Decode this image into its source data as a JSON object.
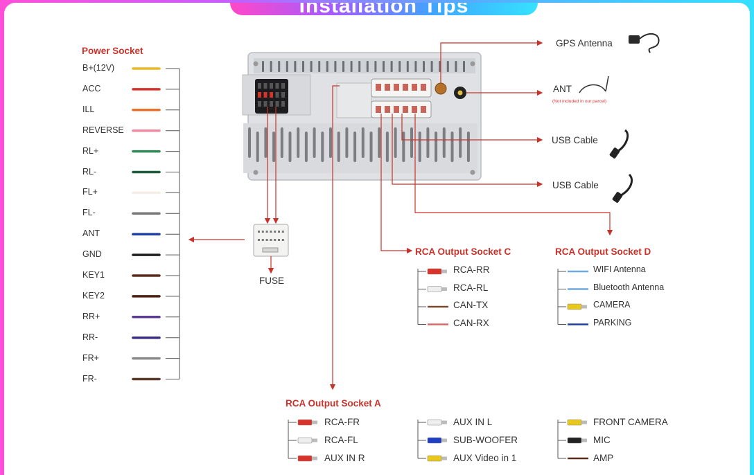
{
  "title": "Installation Tips",
  "power_socket": {
    "header": "Power Socket",
    "wires": [
      {
        "label": "B+(12V)",
        "color": "#e8b923"
      },
      {
        "label": "ACC",
        "color": "#d8322a"
      },
      {
        "label": "ILL",
        "color": "#e8702a"
      },
      {
        "label": "REVERSE",
        "color": "#f08aa0"
      },
      {
        "label": "RL+",
        "color": "#2e8b57"
      },
      {
        "label": "RL-",
        "color": "#1f5e3c"
      },
      {
        "label": "FL+",
        "color": "#f4eee4"
      },
      {
        "label": "FL-",
        "color": "#777777"
      },
      {
        "label": "ANT",
        "color": "#1f3fa0"
      },
      {
        "label": "GND",
        "color": "#222222"
      },
      {
        "label": "KEY1",
        "color": "#5a2d1a"
      },
      {
        "label": "KEY2",
        "color": "#4a2010"
      },
      {
        "label": "RR+",
        "color": "#5a3c96"
      },
      {
        "label": "RR-",
        "color": "#3a2a80"
      },
      {
        "label": "FR+",
        "color": "#8a8a8a"
      },
      {
        "label": "FR-",
        "color": "#5a3a2a"
      }
    ]
  },
  "fuse_label": "FUSE",
  "right_items": {
    "gps": "GPS Antenna",
    "ant": "ANT",
    "ant_note": "(Not included in our parcel)",
    "usb1": "USB Cable",
    "usb2": "USB Cable"
  },
  "socket_c": {
    "header": "RCA Output Socket C",
    "items": [
      {
        "label": "RCA-RR",
        "color": "#d8322a",
        "kind": "rca"
      },
      {
        "label": "RCA-RL",
        "color": "#eeeeee",
        "kind": "rca"
      },
      {
        "label": "CAN-TX",
        "color": "#7a4a2a",
        "kind": "wire"
      },
      {
        "label": "CAN-RX",
        "color": "#d86a6a",
        "kind": "wire"
      }
    ]
  },
  "socket_d": {
    "header": "RCA Output Socket D",
    "items": [
      {
        "label": "WIFI Antenna",
        "color": "#6fa8dc",
        "kind": "wire"
      },
      {
        "label": "Bluetooth Antenna",
        "color": "#6fa8dc",
        "kind": "wire"
      },
      {
        "label": "CAMERA",
        "color": "#e8c81a",
        "kind": "rca"
      },
      {
        "label": "PARKING",
        "color": "#1f3fa0",
        "kind": "wire"
      }
    ]
  },
  "socket_a": {
    "header": "RCA Output Socket A",
    "items": [
      {
        "label": "RCA-FR",
        "color": "#d8322a",
        "kind": "rca"
      },
      {
        "label": "RCA-FL",
        "color": "#eeeeee",
        "kind": "rca"
      },
      {
        "label": "AUX IN R",
        "color": "#d8322a",
        "kind": "rca"
      }
    ]
  },
  "socket_a2": {
    "items": [
      {
        "label": "AUX IN L",
        "color": "#eeeeee",
        "kind": "rca"
      },
      {
        "label": "SUB-WOOFER",
        "color": "#1f3fc0",
        "kind": "rca"
      },
      {
        "label": "AUX Video in 1",
        "color": "#e8c81a",
        "kind": "rca"
      }
    ]
  },
  "socket_a3": {
    "items": [
      {
        "label": "FRONT CAMERA",
        "color": "#e8c81a",
        "kind": "rca"
      },
      {
        "label": "MIC",
        "color": "#222222",
        "kind": "rca"
      },
      {
        "label": "AMP",
        "color": "#5a2d1a",
        "kind": "wire"
      }
    ]
  }
}
